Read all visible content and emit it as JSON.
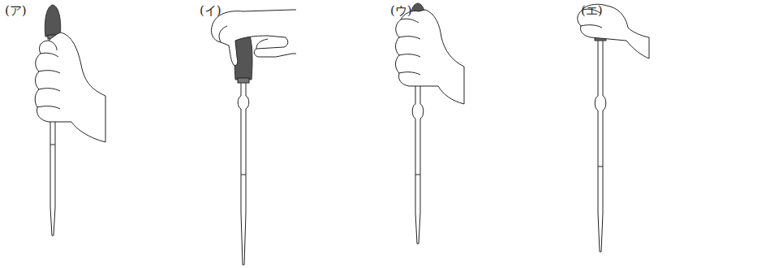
{
  "diagram": {
    "labels": [
      "(ア)",
      "(イ)",
      "(ウ)",
      "(エ)"
    ]
  }
}
